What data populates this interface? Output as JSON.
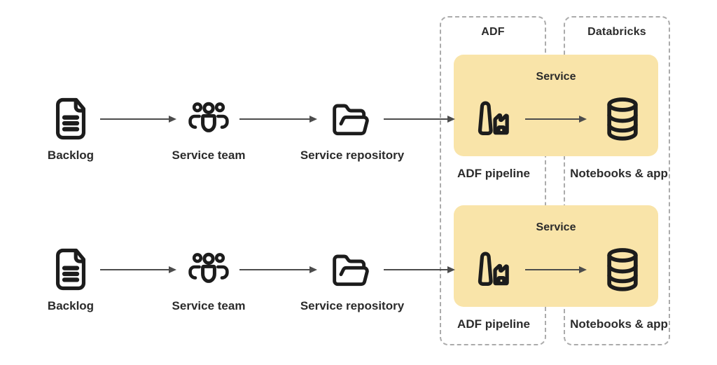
{
  "groups": {
    "adf": {
      "label": "ADF"
    },
    "databricks": {
      "label": "Databricks"
    }
  },
  "rows": [
    {
      "backlog": "Backlog",
      "team": "Service team",
      "repository": "Service repository",
      "service": "Service",
      "pipeline": "ADF pipeline",
      "notebooks": "Notebooks & app"
    },
    {
      "backlog": "Backlog",
      "team": "Service team",
      "repository": "Service repository",
      "service": "Service",
      "pipeline": "ADF pipeline",
      "notebooks": "Notebooks & app"
    }
  ],
  "icons": {
    "backlog": "document-icon",
    "team": "people-icon",
    "repository": "folder-open-icon",
    "pipeline": "factory-icon",
    "notebooks": "database-icon"
  },
  "colors": {
    "service_box_bg": "#f9e4a9",
    "group_border": "#ababab",
    "arrow": "#4c4c4c",
    "icon_stroke": "#1c1c1c",
    "text": "#2b2b2b"
  }
}
